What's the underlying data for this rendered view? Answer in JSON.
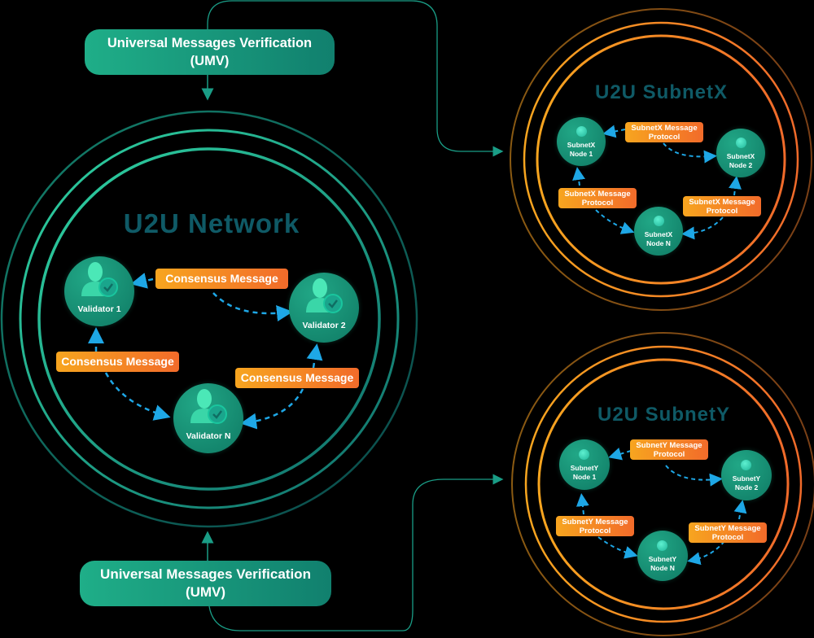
{
  "umv_top": {
    "line1": "Universal Messages Verification",
    "line2": "(UMV)"
  },
  "umv_bottom": {
    "line1": "Universal Messages Verification",
    "line2": "(UMV)"
  },
  "main_network": {
    "title": "U2U Network",
    "validators": [
      {
        "label": "Validator 1",
        "icon": "user-check-icon"
      },
      {
        "label": "Validator 2",
        "icon": "user-check-icon"
      },
      {
        "label": "Validator N",
        "icon": "user-check-icon"
      }
    ],
    "messages": [
      "Consensus Message",
      "Consensus Message",
      "Consensus Message"
    ]
  },
  "subnet_x": {
    "title": "U2U SubnetX",
    "nodes": [
      {
        "line1": "SubnetX",
        "line2": "Node 1"
      },
      {
        "line1": "SubnetX",
        "line2": "Node 2"
      },
      {
        "line1": "SubnetX",
        "line2": "Node N"
      }
    ],
    "messages": [
      {
        "line1": "SubnetX Message",
        "line2": "Protocol"
      },
      {
        "line1": "SubnetX Message",
        "line2": "Protocol"
      },
      {
        "line1": "SubnetX Message",
        "line2": "Protocol"
      }
    ]
  },
  "subnet_y": {
    "title": "U2U SubnetY",
    "nodes": [
      {
        "line1": "SubnetY",
        "line2": "Node 1"
      },
      {
        "line1": "SubnetY",
        "line2": "Node 2"
      },
      {
        "line1": "SubnetY",
        "line2": "Node N"
      }
    ],
    "messages": [
      {
        "line1": "SubnetY Message",
        "line2": "Protocol"
      },
      {
        "line1": "SubnetY Message",
        "line2": "Protocol"
      },
      {
        "line1": "SubnetY Message",
        "line2": "Protocol"
      }
    ]
  },
  "colors": {
    "background": "#000000",
    "teal": "#1fae88",
    "orange": "#f7941d",
    "arrow_blue": "#1ea7e6",
    "title_teal": "#0f5a66"
  }
}
